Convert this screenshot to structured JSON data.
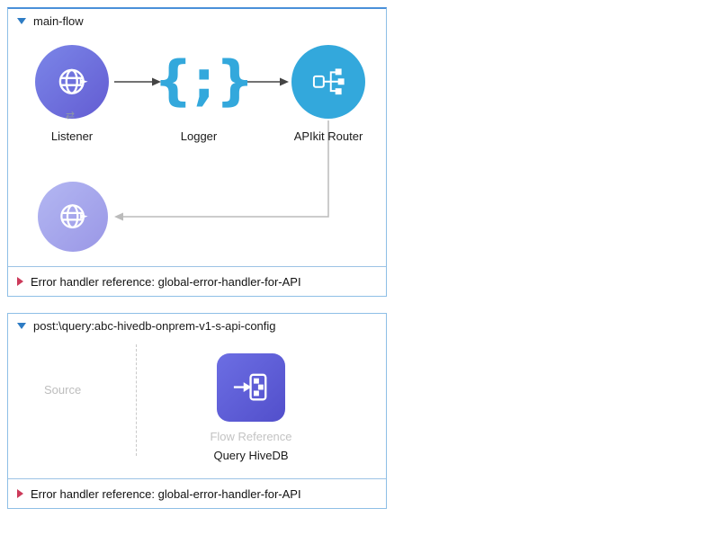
{
  "flows": [
    {
      "title": "main-flow",
      "nodes": [
        {
          "label": "Listener",
          "icon": "globe-icon"
        },
        {
          "label": "Logger",
          "icon": "braces-icon"
        },
        {
          "label": "APIkit Router",
          "icon": "flow-router-icon"
        }
      ],
      "response_node": {
        "icon": "globe-icon"
      },
      "error_handler": "Error handler reference: global-error-handler-for-API"
    },
    {
      "title": "post:\\query:abc-hivedb-onprem-v1-s-api-config",
      "source_placeholder": "Source",
      "node": {
        "type_label": "Flow Reference",
        "label": "Query HiveDB",
        "icon": "flow-reference-icon"
      },
      "error_handler": "Error handler reference: global-error-handler-for-API"
    }
  ],
  "glyphs": {
    "logger": "{;}",
    "swap": "⇄"
  },
  "colors": {
    "flow_border": "#8ebfe6",
    "flow_selected_top": "#4a90d9",
    "collapse_arrow": "#2e7cc4",
    "error_arrow": "#cc3a5a",
    "listener": "#635cd2",
    "listener_ghost": "#a7a9ef",
    "logger_blue": "#33a8dc",
    "router_blue": "#33a8dc",
    "flow_reference_purple": "#5c5ed9",
    "connector_gray": "#bbbbbb",
    "arrow_dark": "#444444"
  }
}
